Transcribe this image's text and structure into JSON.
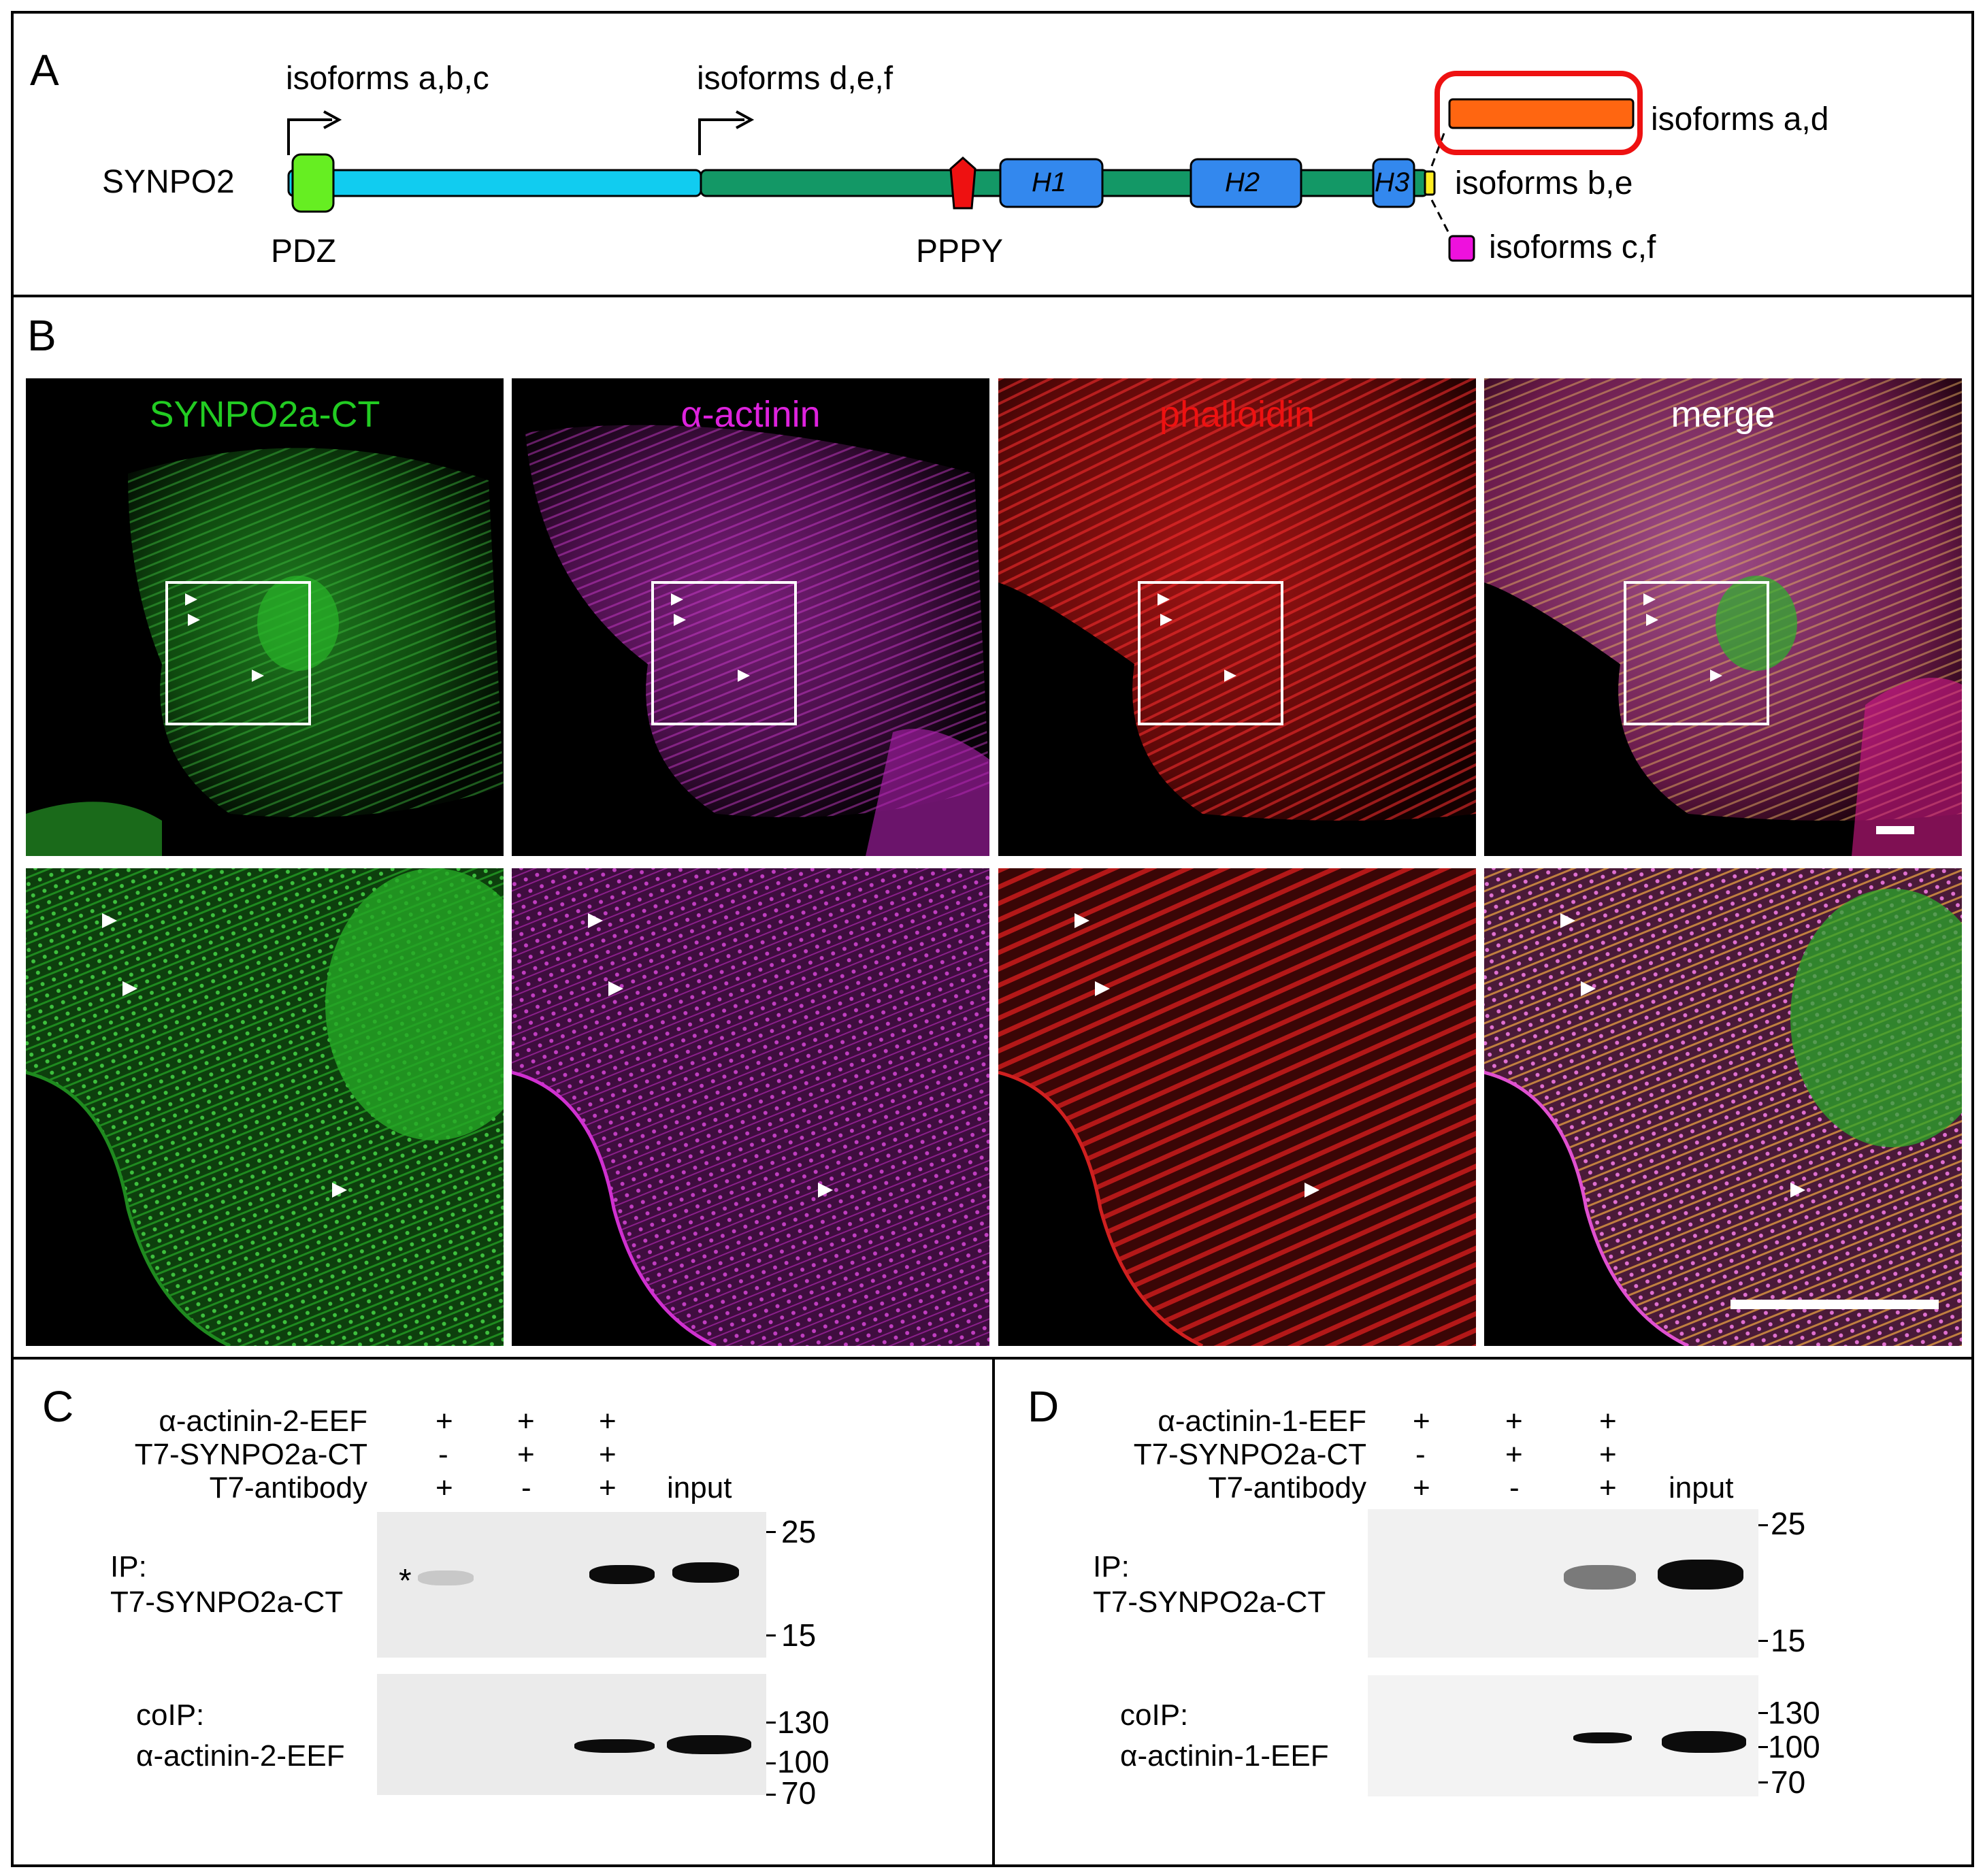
{
  "panel_a": {
    "letter": "A",
    "gene": "SYNPO2",
    "promoter_1": "isoforms a,b,c",
    "promoter_2": "isoforms d,e,f",
    "pdz": "PDZ",
    "pppy": "PPPY",
    "h1": "H1",
    "h2": "H2",
    "h3": "H3",
    "tail_ad": "isoforms a,d",
    "tail_be": "isoforms b,e",
    "tail_cf": "isoforms c,f",
    "colors": {
      "pdz": "#66ee22",
      "n_segment": "#11ccf0",
      "c_segment": "#139866",
      "pppy": "#ee1111",
      "h_domain": "#3388ee",
      "tail_ad": "#ff6611",
      "tail_be": "#ffee22",
      "tail_cf": "#ee11dd",
      "highlight": "#ee1111"
    }
  },
  "panel_b": {
    "letter": "B",
    "channels": [
      {
        "label": "SYNPO2a-CT",
        "color": "#22cc22"
      },
      {
        "label": "α-actinin",
        "color": "#dd22dd"
      },
      {
        "label": "phalloidin",
        "color": "#ee1111"
      },
      {
        "label": "merge",
        "color": "#ffffff"
      }
    ]
  },
  "panel_c": {
    "letter": "C",
    "rows": [
      {
        "label": "α-actinin-2-EEF",
        "marks": [
          "+",
          "+",
          "+",
          ""
        ]
      },
      {
        "label": "T7-SYNPO2a-CT",
        "marks": [
          "-",
          "+",
          "+",
          ""
        ]
      },
      {
        "label": "T7-antibody",
        "marks": [
          "+",
          "-",
          "+",
          "input"
        ]
      }
    ],
    "ip_label_1": "IP:",
    "ip_label_2": "T7-SYNPO2a-CT",
    "coip_label_1": "coIP:",
    "coip_label_2": "α-actinin-2-EEF",
    "asterisk": "*",
    "ip_markers": [
      "25",
      "15"
    ],
    "coip_markers": [
      "130",
      "100",
      "70"
    ]
  },
  "panel_d": {
    "letter": "D",
    "rows": [
      {
        "label": "α-actinin-1-EEF",
        "marks": [
          "+",
          "+",
          "+",
          ""
        ]
      },
      {
        "label": "T7-SYNPO2a-CT",
        "marks": [
          "-",
          "+",
          "+",
          ""
        ]
      },
      {
        "label": "T7-antibody",
        "marks": [
          "+",
          "-",
          "+",
          "input"
        ]
      }
    ],
    "ip_label_1": "IP:",
    "ip_label_2": "T7-SYNPO2a-CT",
    "coip_label_1": "coIP:",
    "coip_label_2": "α-actinin-1-EEF",
    "ip_markers": [
      "25",
      "15"
    ],
    "coip_markers": [
      "130",
      "100",
      "70"
    ]
  }
}
